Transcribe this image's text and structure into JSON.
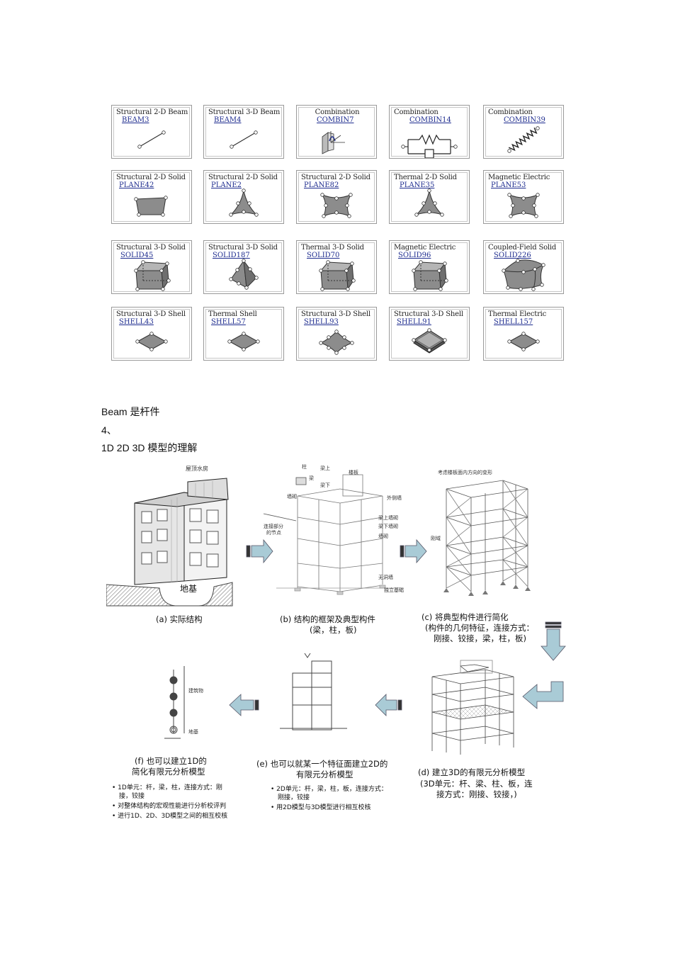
{
  "element_grid": [
    [
      {
        "title": "Structural 2-D Beam",
        "link": "BEAM3",
        "icon": "beam-icon"
      },
      {
        "title": "Structural 3-D Beam",
        "link": "BEAM4",
        "icon": "beam-icon"
      },
      {
        "title": "Combination",
        "link": "COMBIN7",
        "icon": "revolute-joint-icon"
      },
      {
        "title": "Combination",
        "link": "COMBIN14",
        "icon": "spring-damper-icon"
      },
      {
        "title": "Combination",
        "link": "COMBIN39",
        "icon": "nonlinear-spring-icon"
      }
    ],
    [
      {
        "title": "Structural 2-D Solid",
        "link": "PLANE42",
        "icon": "quad-icon"
      },
      {
        "title": "Structural 2-D Solid",
        "link": "PLANE2",
        "icon": "triangle-icon"
      },
      {
        "title": "Structural 2-D Solid",
        "link": "PLANE82",
        "icon": "curved-quad-icon"
      },
      {
        "title": "Thermal 2-D Solid",
        "link": "PLANE35",
        "icon": "triangle-icon"
      },
      {
        "title": "Magnetic Electric",
        "link": "PLANE53",
        "icon": "curved-quad-icon"
      }
    ],
    [
      {
        "title": "Structural 3-D Solid",
        "link": "SOLID45",
        "icon": "brick-icon"
      },
      {
        "title": "Structural 3-D Solid",
        "link": "SOLID187",
        "icon": "tetrahedron-icon"
      },
      {
        "title": "Thermal 3-D Solid",
        "link": "SOLID70",
        "icon": "brick-icon"
      },
      {
        "title": "Magnetic Electric",
        "link": "SOLID96",
        "icon": "brick-icon"
      },
      {
        "title": "Coupled-Field Solid",
        "link": "SOLID226",
        "icon": "curved-brick-icon"
      }
    ],
    [
      {
        "title": "Structural 3-D Shell",
        "link": "SHELL43",
        "icon": "diamond-shell-icon"
      },
      {
        "title": "Thermal Shell",
        "link": "SHELL57",
        "icon": "diamond-shell-icon"
      },
      {
        "title": "Structural 3-D Shell",
        "link": "SHELL93",
        "icon": "curved-shell-icon"
      },
      {
        "title": "Structural 3-D Shell",
        "link": "SHELL91",
        "icon": "layered-shell-icon"
      },
      {
        "title": "Thermal Electric",
        "link": "SHELL157",
        "icon": "diamond-shell-icon"
      }
    ]
  ],
  "text": {
    "beam_line": "Beam  是杆件",
    "section_number": "4、",
    "heading": "1D 2D 3D   模型的理解"
  },
  "figure": {
    "a_caption": "(a) 实际结构",
    "a_roof_label": "屋顶水房",
    "a_ground_label": "地基",
    "b_caption_1": "(b) 结构的框架及典型构件",
    "b_caption_2": "(梁，柱，板)",
    "b_labels": {
      "column": "柱",
      "beam": "梁",
      "beam_top": "梁上",
      "beam_bottom": "梁下",
      "wall": "墙砌",
      "slab": "楼板",
      "wall_top": "墙砌",
      "joint": "连接部分",
      "joint2": "的节点",
      "outer_wall": "外侧墙",
      "beam_wall_up": "梁上墙砌",
      "beam_wall_down": "梁下墙砌",
      "wall2": "墙砌",
      "no_wall": "无洞墙",
      "foundation": "独立基础"
    },
    "c_caption_1": "(c) 将典型构件进行简化",
    "c_caption_2": "(构件的几何特征，连接方式：",
    "c_caption_3": "刚接、铰接，梁，柱，板)",
    "c_top_label": "考虑楼板面内方向的变形",
    "c_side_label": "刚域",
    "d_caption_1": "(d) 建立3D的有限元分析模型",
    "d_caption_2": "(3D单元：杆、梁、柱、板，连",
    "d_caption_3": "接方式：刚接、铰接，)",
    "e_caption_1": "(e) 也可以就某一个特征面建立2D的",
    "e_caption_2": "有限元分析模型",
    "e_notes": [
      "2D单元：杆，梁，柱，板，连接方式：",
      "刚接，铰接",
      "用2D模型与3D模型进行相互校核"
    ],
    "f_caption_1": "(f) 也可以建立1D的",
    "f_caption_2": "简化有限元分析模型",
    "f_labels": {
      "building": "建筑物",
      "ground": "地基"
    },
    "f_notes": [
      "1D单元：杆，梁，柱，连接方式：刚",
      "接，铰接",
      "对整体结构的宏观性能进行分析校评判",
      "进行1D、2D、3D模型之间的相互校核"
    ]
  },
  "colors": {
    "link": "#1f2d8f",
    "shape_fill": "#8c8c8c",
    "arrow_fill": "#a9cbd6",
    "cell_border": "#9a9a9a"
  }
}
